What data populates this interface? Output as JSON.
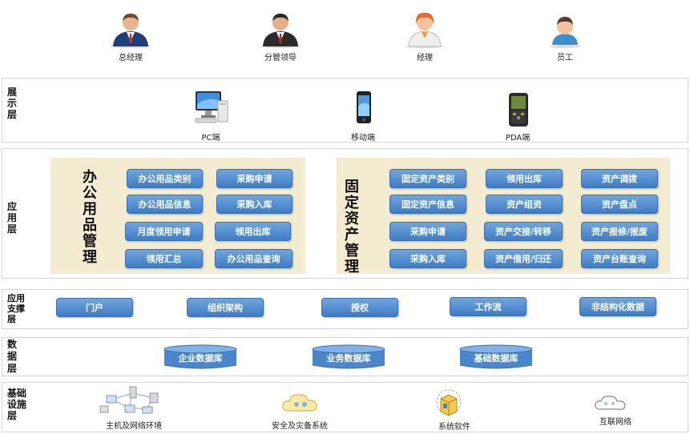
{
  "roles": [
    "总经理",
    "分管领导",
    "经理",
    "员工"
  ],
  "layers": {
    "display": "展示层",
    "application": "应用层",
    "support": "应用支撑层",
    "data": "数据层",
    "infrastructure": "基础设施层"
  },
  "display_devices": [
    "PC端",
    "移动端",
    "PDA端"
  ],
  "office_panel": {
    "title": "办公用品管理",
    "buttons": [
      "办公用品类别",
      "采购申请",
      "办公用品信息",
      "采购入库",
      "月度领用申请",
      "领用出库",
      "领用汇总",
      "办公用品查询"
    ]
  },
  "asset_panel": {
    "title": "固定资产管理",
    "buttons": [
      "固定资产类别",
      "领用出库",
      "资产调拨",
      "固定资产信息",
      "资产组资",
      "资产盘点",
      "采购申请",
      "资产交接/转移",
      "资产报修/报废",
      "采购入库",
      "资产借用/归还",
      "资产台账查询"
    ]
  },
  "support_items": [
    "门户",
    "组织架构",
    "授权",
    "工作流",
    "非结构化数据"
  ],
  "databases": [
    "企业数据库",
    "业务数据库",
    "基础数据库"
  ],
  "infrastructure": [
    "主机及网络环境",
    "安全及灾备系统",
    "系统软件",
    "互联网络"
  ],
  "icons": [
    "manager-person-icon",
    "leader-person-icon",
    "female-manager-icon",
    "staff-person-icon",
    "pc-monitor-icon",
    "mobile-phone-icon",
    "pda-device-icon",
    "network-hosts-icon",
    "cloud-backup-icon",
    "software-box-icon",
    "internet-cloud-icon"
  ]
}
